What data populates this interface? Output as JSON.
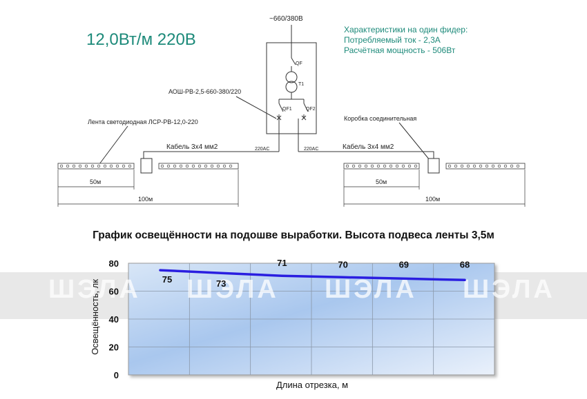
{
  "schema": {
    "title": "12,0Вт/м 220В",
    "supply": "~660/380В",
    "specs": {
      "heading": "Характеристики на один фидер:",
      "current": "Потребляемый ток - 2,3А",
      "power": "Расчётная мощность - 506Вт"
    },
    "labels": {
      "transformer": "АОШ-РВ-2,5-660-380/220",
      "strip": "Лента светодиодная ЛСР-РВ-12,0-220",
      "junction_box": "Коробка соединительная",
      "cable_left": "Кабель 3х4 мм2",
      "cable_right": "Кабель 3х4 мм2",
      "voltage_left": "220AC",
      "voltage_right": "220AC",
      "qf": "QF",
      "t1": "T1",
      "qf1": "QF1",
      "qf2": "QF2",
      "dim_50_left": "50м",
      "dim_100_left": "100м",
      "dim_50_right": "50м",
      "dim_100_right": "100м"
    }
  },
  "chart_title": "График освещённости на подошве выработки. Высота подвеса ленты 3,5м",
  "watermark": "ШЭЛА",
  "colors": {
    "accent": "#1d8a7a",
    "series": "#2a1ee0"
  },
  "chart_data": {
    "type": "line",
    "title": "График освещённости на подошве выработки. Высота подвеса ленты 3,5м",
    "xlabel": "Длина отрезка, м",
    "ylabel": "Освещённость, лк",
    "ylim": [
      0,
      80
    ],
    "yticks": [
      0,
      20,
      40,
      60,
      80
    ],
    "grid": true,
    "points": [
      {
        "x": 0,
        "y": 75,
        "label": "75"
      },
      {
        "x": 1,
        "y": 73,
        "label": "73"
      },
      {
        "x": 2,
        "y": 71,
        "label": "71"
      },
      {
        "x": 3,
        "y": 70,
        "label": "70"
      },
      {
        "x": 4,
        "y": 69,
        "label": "69"
      },
      {
        "x": 5,
        "y": 68,
        "label": "68"
      }
    ]
  }
}
